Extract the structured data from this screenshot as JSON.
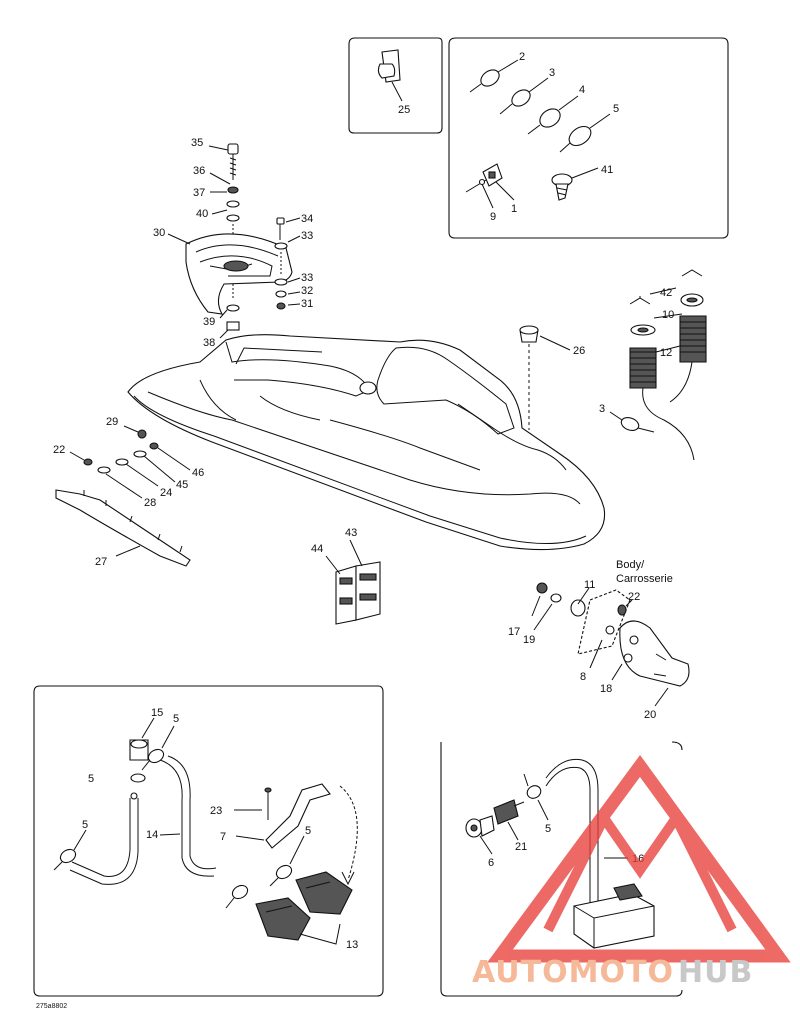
{
  "diagram": {
    "drawing_code": "275a8802",
    "body_label_line1": "Body/",
    "body_label_line2": "Carrosserie",
    "callouts": {
      "c25": "25",
      "c2": "2",
      "c3a": "3",
      "c4": "4",
      "c5a": "5",
      "c41": "41",
      "c9": "9",
      "c1": "1",
      "c35": "35",
      "c36": "36",
      "c37": "37",
      "c40": "40",
      "c30": "30",
      "c34": "34",
      "c33a": "33",
      "c33b": "33",
      "c32": "32",
      "c31": "31",
      "c39": "39",
      "c38": "38",
      "c42": "42",
      "c10": "10",
      "c12": "12",
      "c26": "26",
      "c3b": "3",
      "c29": "29",
      "c22a": "22",
      "c46": "46",
      "c45": "45",
      "c24": "24",
      "c28": "28",
      "c27": "27",
      "c44": "44",
      "c43": "43",
      "c11": "11",
      "c22b": "22",
      "c17": "17",
      "c19": "19",
      "c8": "8",
      "c18": "18",
      "c20": "20",
      "c15": "15",
      "c5b": "5",
      "c5c": "5",
      "c5d": "5",
      "c14": "14",
      "c23": "23",
      "c7": "7",
      "c5e": "5",
      "c13": "13",
      "c5f": "5",
      "c21": "21",
      "c6": "6",
      "c16": "16"
    }
  },
  "watermark": {
    "part1": "AUTOMOTO",
    "part2": "HUB",
    "color_primary": "#f5b99a",
    "color_secondary": "#c8c8c8",
    "triangle_color": "#e8403a"
  }
}
